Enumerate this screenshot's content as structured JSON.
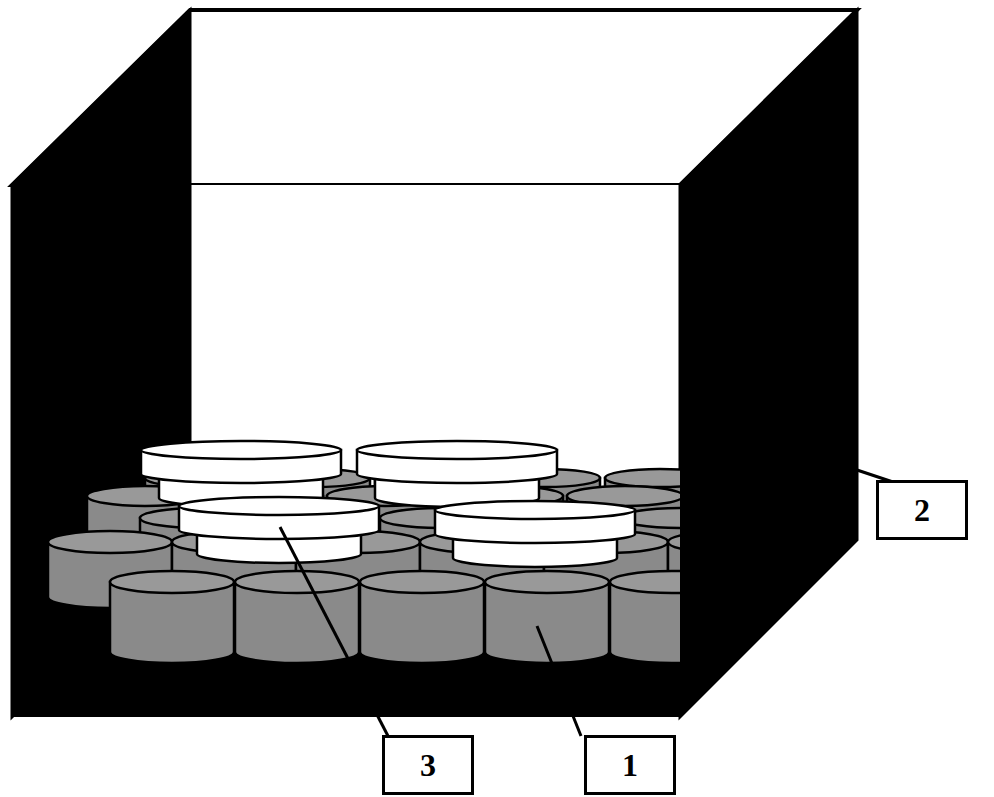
{
  "diagram": {
    "nodes": [
      {
        "text": [
          "2"
        ]
      },
      {
        "text": [
          "3"
        ]
      },
      {
        "text": [
          "1"
        ]
      }
    ]
  }
}
